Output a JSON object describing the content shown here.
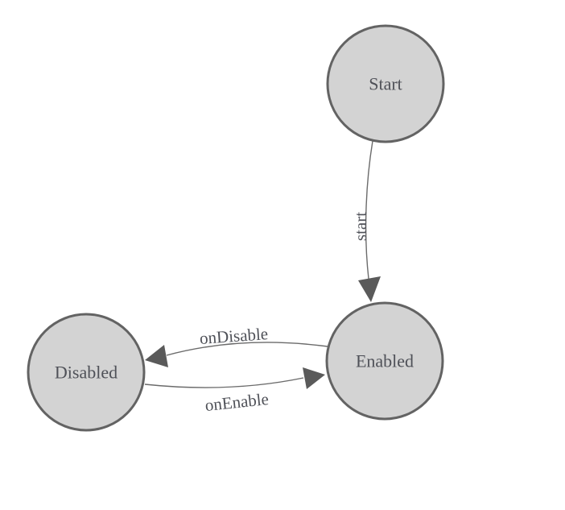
{
  "diagram": {
    "type": "state-machine",
    "nodes": [
      {
        "id": "start",
        "label": "Start"
      },
      {
        "id": "enabled",
        "label": "Enabled"
      },
      {
        "id": "disabled",
        "label": "Disabled"
      }
    ],
    "edges": [
      {
        "from": "Start",
        "to": "Enabled",
        "label": "start"
      },
      {
        "from": "Enabled",
        "to": "Disabled",
        "label": "onDisable"
      },
      {
        "from": "Disabled",
        "to": "Enabled",
        "label": "onEnable"
      }
    ],
    "colors": {
      "background": "#ffffff",
      "node_fill": "#d3d3d3",
      "node_stroke": "#636363",
      "edge_stroke": "#6b6b6b",
      "arrowhead_fill": "#5a5a5a",
      "label_text": "#4f5158"
    }
  }
}
